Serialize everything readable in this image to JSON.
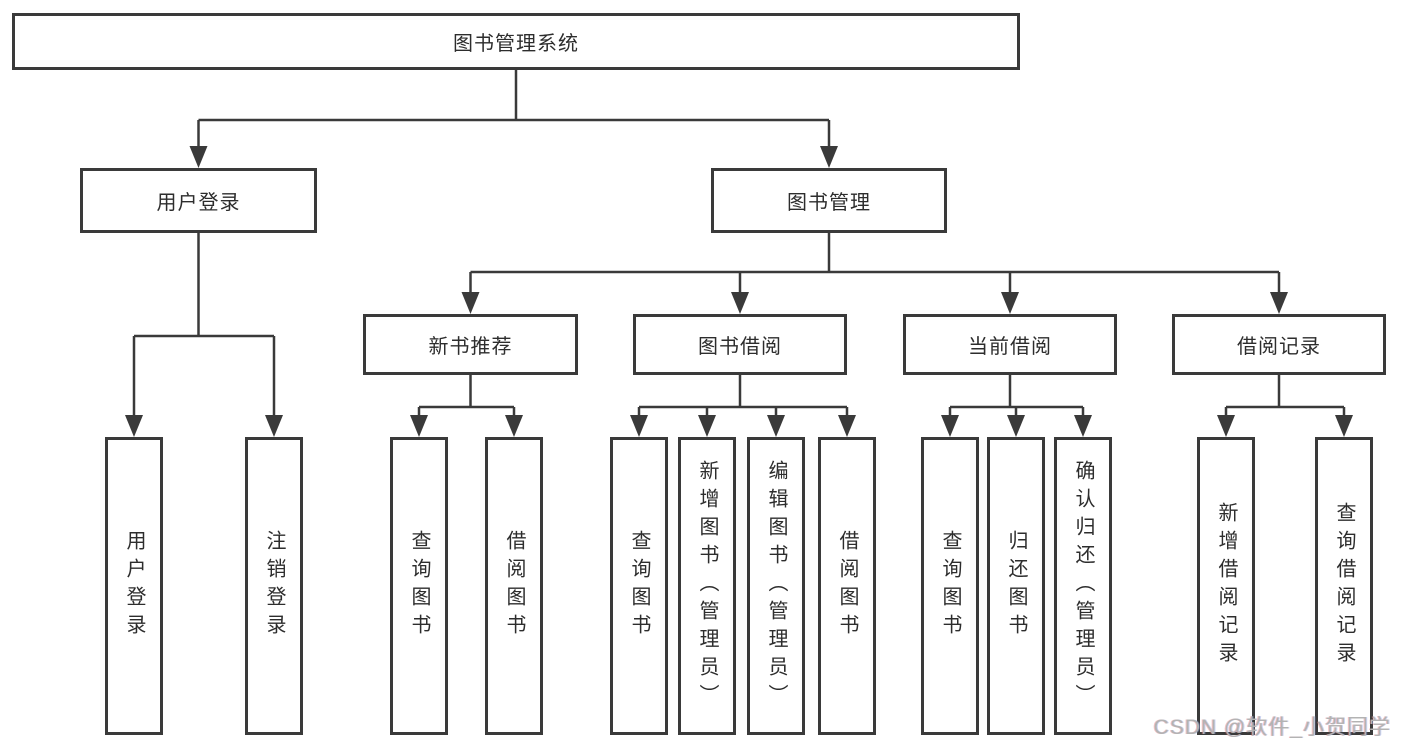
{
  "diagram_type": "hierarchy-tree",
  "colors": {
    "line": "#3a3a3a",
    "box_border": "#3a3a3a",
    "box_fill": "#ffffff",
    "text": "#2d2d2d",
    "watermark": "#b3b3b3"
  },
  "tree": {
    "label": "图书管理系统",
    "children": [
      {
        "label": "用户登录",
        "children": [
          {
            "label": "用户登录"
          },
          {
            "label": "注销登录"
          }
        ]
      },
      {
        "label": "图书管理",
        "children": [
          {
            "label": "新书推荐",
            "children": [
              {
                "label": "查询图书"
              },
              {
                "label": "借阅图书"
              }
            ]
          },
          {
            "label": "图书借阅",
            "children": [
              {
                "label": "查询图书"
              },
              {
                "label": "新增图书（管理员）"
              },
              {
                "label": "编辑图书（管理员）"
              },
              {
                "label": "借阅图书"
              }
            ]
          },
          {
            "label": "当前借阅",
            "children": [
              {
                "label": "查询图书"
              },
              {
                "label": "归还图书"
              },
              {
                "label": "确认归还（管理员）"
              }
            ]
          },
          {
            "label": "借阅记录",
            "children": [
              {
                "label": "新增借阅记录"
              },
              {
                "label": "查询借阅记录"
              }
            ]
          }
        ]
      }
    ]
  },
  "watermark": "CSDN @软件_小贺同学"
}
